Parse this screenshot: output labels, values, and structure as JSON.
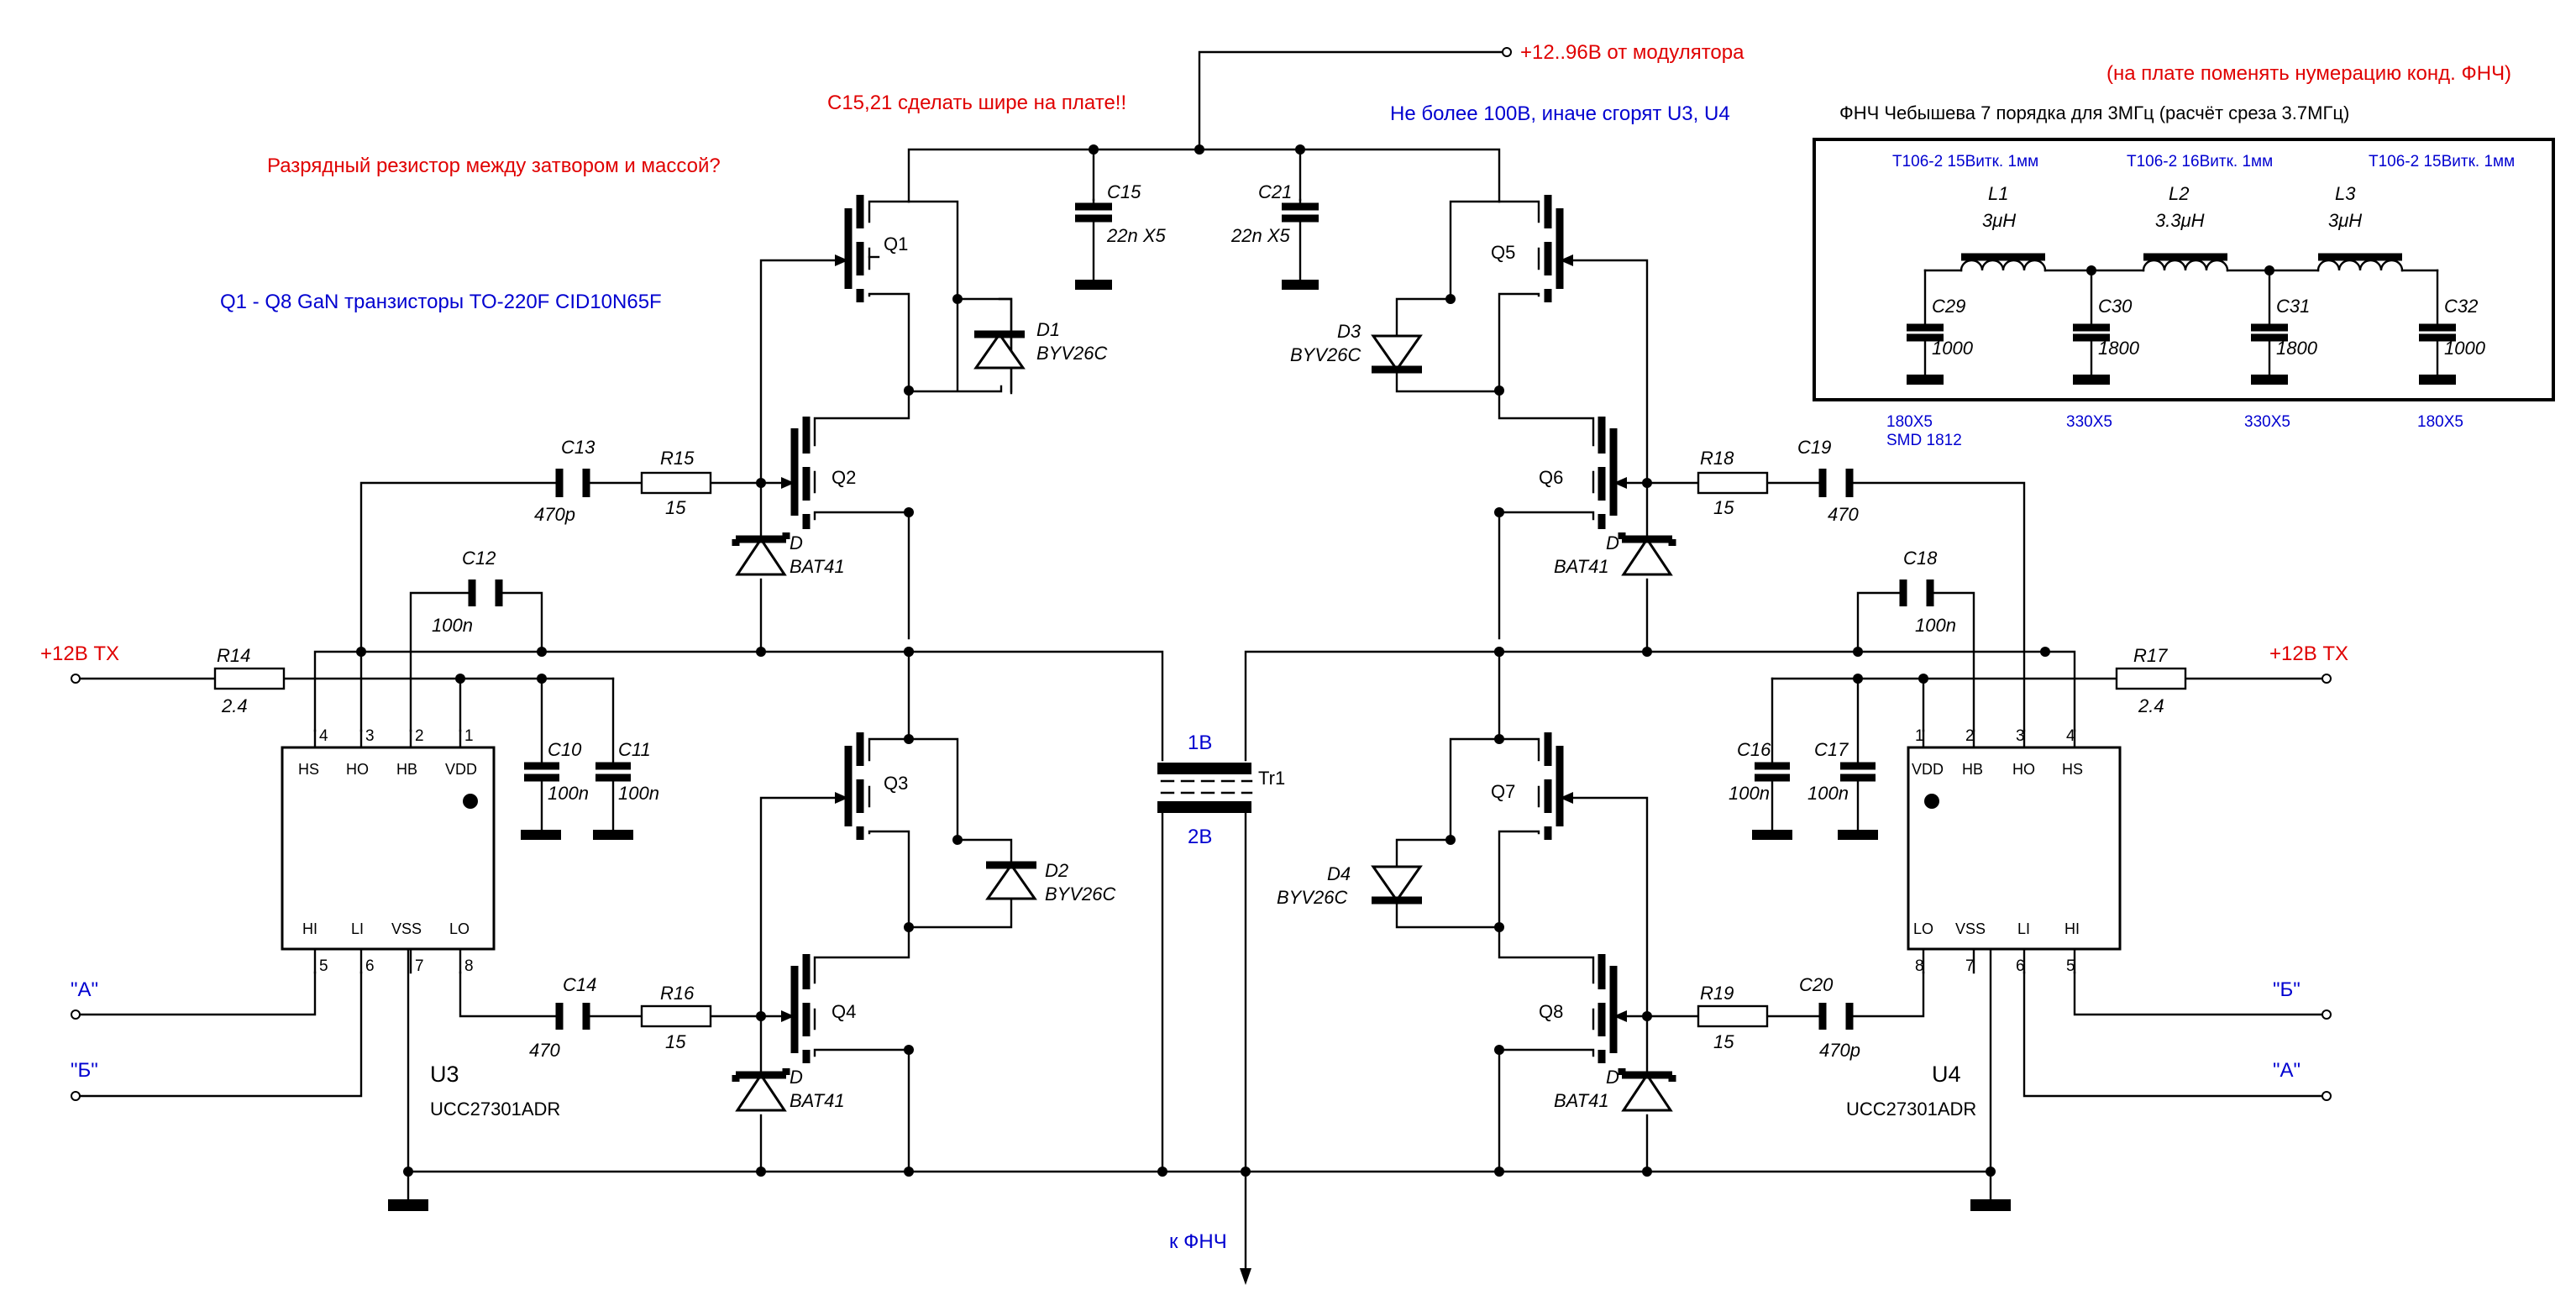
{
  "notes": {
    "supply": "+12..96В от модулятора",
    "c15_21": "С15,21 сделать шире на плате!!",
    "discharge": "Разрядный резистор между затвором и массой?",
    "voltage_warn": "Не более 100В, иначе сгорят U3, U4",
    "transistors": "Q1 - Q8 GaN транзисторы TO-220F CID10N65F",
    "renumber": "(на плате поменять нумерацию конд. ФНЧ)",
    "filter_title": "ФНЧ Чебышева 7 порядка для 3МГц (расчёт среза 3.7МГц)"
  },
  "filter": {
    "cores": [
      "T106-2 15Витк. 1мм",
      "T106-2 16Витк. 1мм",
      "T106-2 15Витк. 1мм"
    ],
    "inductors": [
      {
        "ref": "L1",
        "value": "3μH"
      },
      {
        "ref": "L2",
        "value": "3.3μH"
      },
      {
        "ref": "L3",
        "value": "3μH"
      }
    ],
    "capacitors": [
      {
        "ref": "C29",
        "value": "1000"
      },
      {
        "ref": "C30",
        "value": "1800"
      },
      {
        "ref": "C31",
        "value": "1800"
      },
      {
        "ref": "C32",
        "value": "1000"
      }
    ],
    "cap_types": [
      "180X5",
      "330X5",
      "330X5",
      "180X5"
    ],
    "cap_package": "SMD 1812"
  },
  "transistors": [
    "Q1",
    "Q2",
    "Q3",
    "Q4",
    "Q5",
    "Q6",
    "Q7",
    "Q8"
  ],
  "diodes": {
    "byv": [
      {
        "ref": "D1",
        "part": "BYV26C"
      },
      {
        "ref": "D2",
        "part": "BYV26C"
      },
      {
        "ref": "D3",
        "part": "BYV26C"
      },
      {
        "ref": "D4",
        "part": "BYV26C"
      }
    ],
    "schottky": {
      "ref": "D",
      "part": "BAT41"
    }
  },
  "caps": {
    "C10": "100n",
    "C11": "100n",
    "C12": "100n",
    "C13": "470p",
    "C14": "470",
    "C15": "22n X5",
    "C16": "100n",
    "C17": "100n",
    "C18": "100n",
    "C19": "470",
    "C20": "470p",
    "C21": "22n X5"
  },
  "resistors": {
    "R14": "2.4",
    "R15": "15",
    "R16": "15",
    "R17": "2.4",
    "R18": "15",
    "R19": "15"
  },
  "ports": {
    "left_supply": "+12В TX",
    "right_supply": "+12В TX",
    "left_a": "\"А\"",
    "left_b": "\"Б\"",
    "right_b": "\"Б\"",
    "right_a": "\"А\"",
    "output": "к ФНЧ"
  },
  "transformer": {
    "ref": "Tr1",
    "primary": "1В",
    "secondary": "2В"
  },
  "u3": {
    "ref": "U3",
    "part": "UCC27301ADR",
    "top_pins": [
      "HS",
      "HO",
      "HB",
      "VDD"
    ],
    "top_nums": [
      "4",
      "3",
      "2",
      "1"
    ],
    "bottom_pins": [
      "HI",
      "LI",
      "VSS",
      "LO"
    ],
    "bottom_nums": [
      "5",
      "6",
      "7",
      "8"
    ]
  },
  "u4": {
    "ref": "U4",
    "part": "UCC27301ADR",
    "top_pins": [
      "VDD",
      "HB",
      "HO",
      "HS"
    ],
    "top_nums": [
      "1",
      "2",
      "3",
      "4"
    ],
    "bottom_pins": [
      "LO",
      "VSS",
      "LI",
      "HI"
    ],
    "bottom_nums": [
      "8",
      "7",
      "6",
      "5"
    ]
  },
  "colors": {
    "wire": "#000000",
    "note_red": "#e00000",
    "note_blue": "#0000d0"
  }
}
